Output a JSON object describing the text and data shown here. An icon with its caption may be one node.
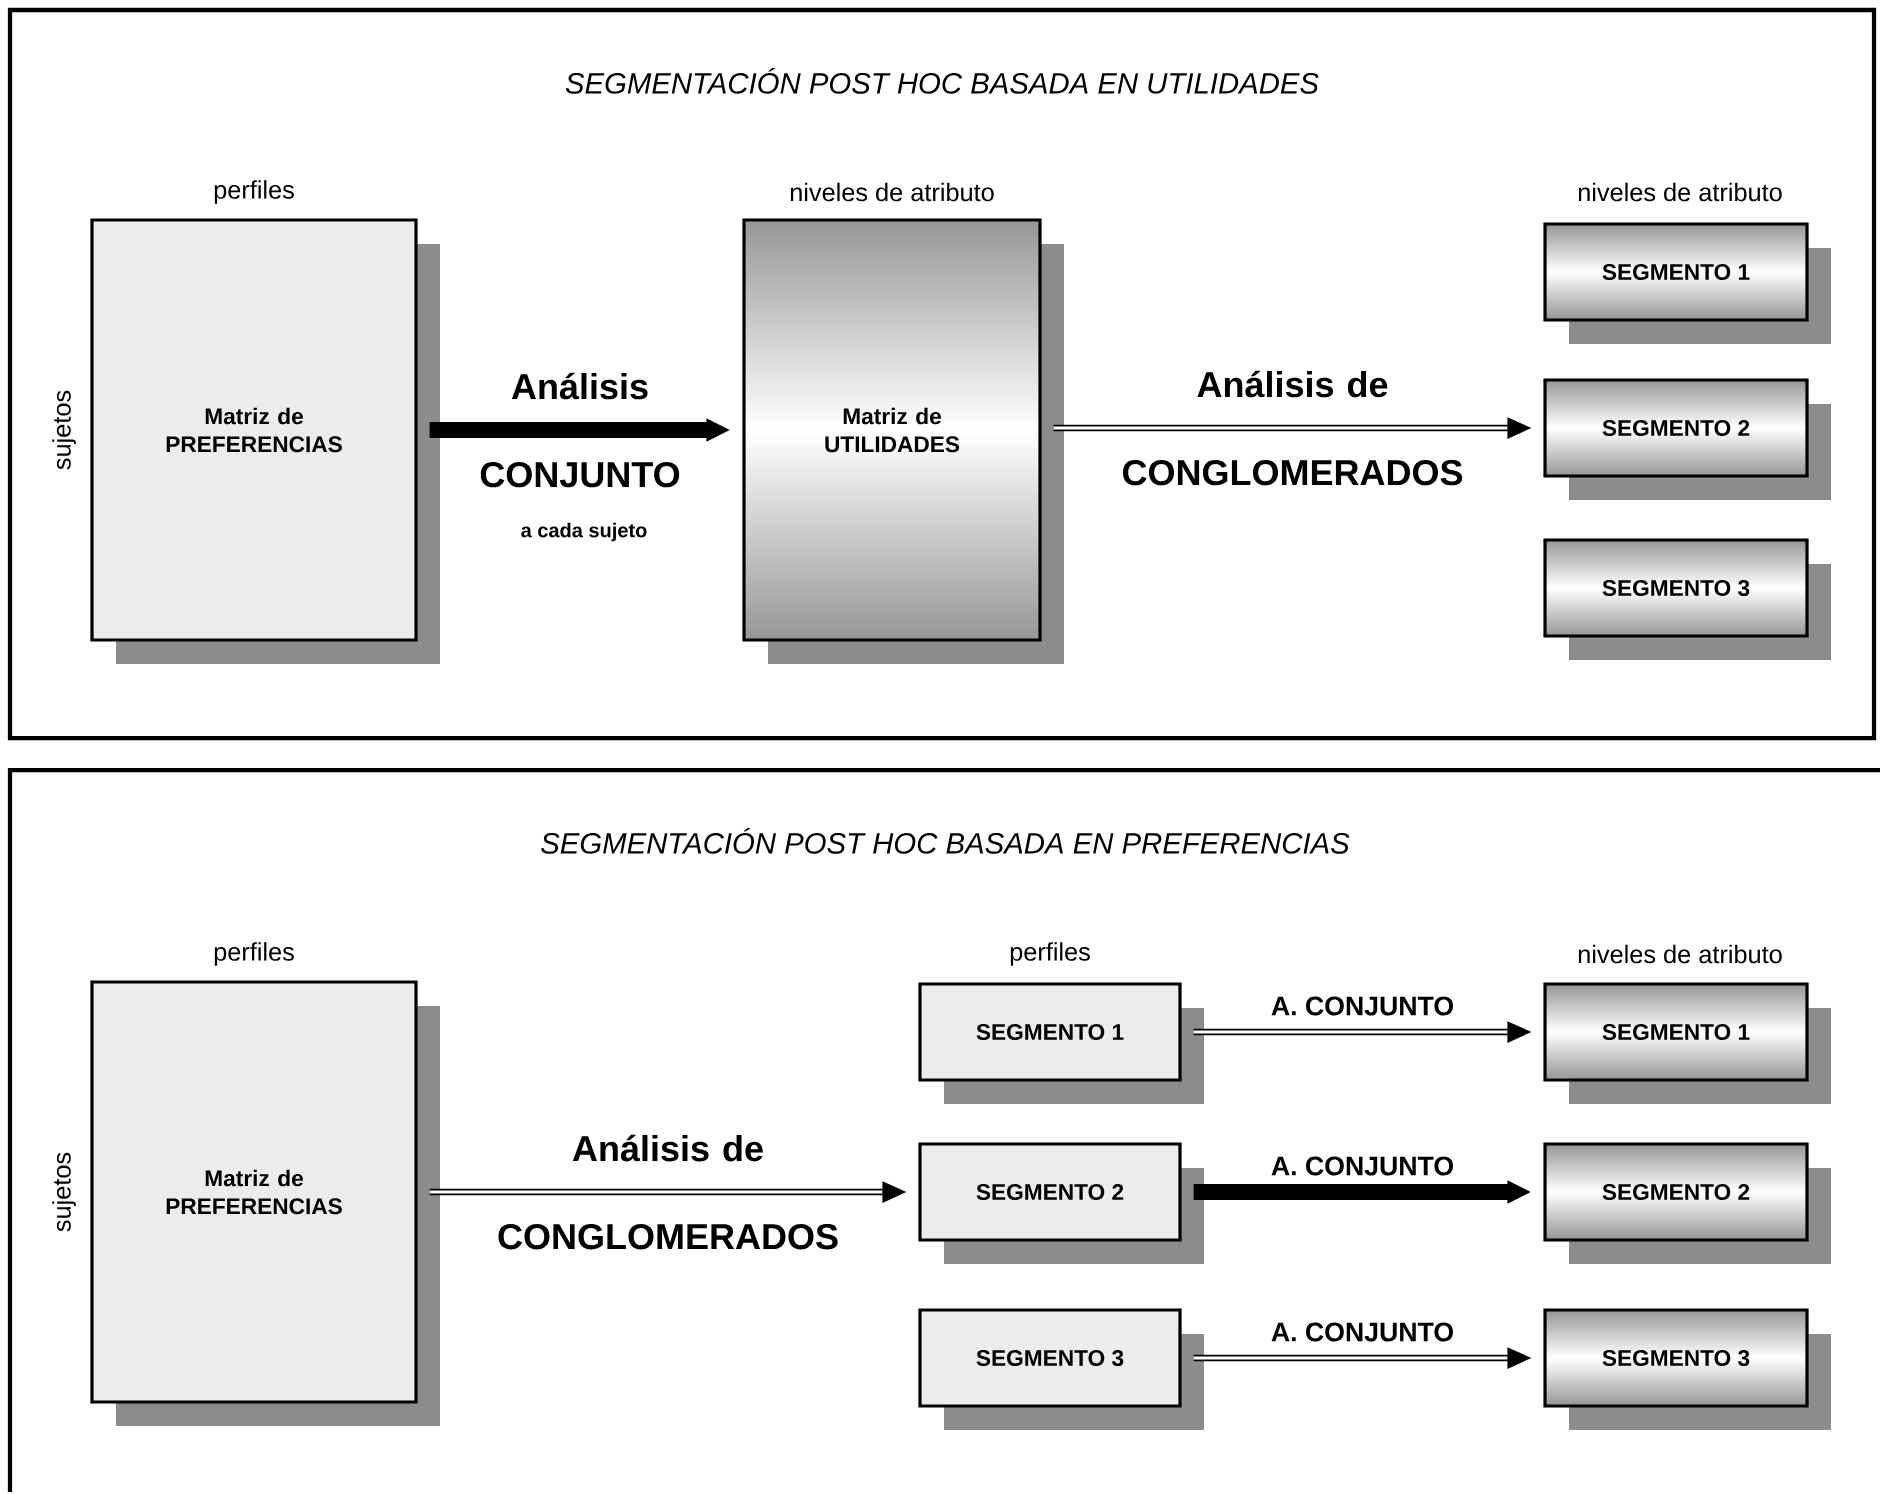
{
  "diagram": {
    "nodes": [
      {
        "text": [
          "SEGMENTACIÓN POST HOC BASADA EN UTILIDADES"
        ]
      },
      {
        "text": [
          "Matriz de PREFERENCIAS"
        ],
        "beside": [
          "perfiles",
          "sujetos"
        ],
        "in": 0
      },
      {
        "text": [
          "Matriz de UTILIDADES"
        ],
        "beside": [
          "niveles de atributo"
        ],
        "in": 0
      },
      {
        "text": [
          "SEGMENTO 1"
        ],
        "beside": [
          "niveles de atributo"
        ],
        "in": 0
      },
      {
        "text": [
          "SEGMENTO 2"
        ],
        "in": 0
      },
      {
        "text": [
          "SEGMENTO 3"
        ],
        "in": 0
      },
      {
        "text": [
          "SEGMENTACIÓN POST HOC BASADA EN PREFERENCIAS"
        ]
      },
      {
        "text": [
          "Matriz de PREFERENCIAS"
        ],
        "beside": [
          "perfiles",
          "sujetos"
        ],
        "in": 6
      },
      {
        "text": [
          "SEGMENTO 1"
        ],
        "beside": [
          "perfiles"
        ],
        "in": 6
      },
      {
        "text": [
          "SEGMENTO 2"
        ],
        "in": 6
      },
      {
        "text": [
          "SEGMENTO 3"
        ],
        "in": 6
      },
      {
        "text": [
          "SEGMENTO 1"
        ],
        "beside": [
          "niveles de atributo"
        ],
        "in": 6
      },
      {
        "text": [
          "SEGMENTO 2"
        ],
        "in": 6
      },
      {
        "text": [
          "SEGMENTO 3"
        ],
        "in": 6
      }
    ],
    "edges": [
      {
        "from": 1,
        "to": 2,
        "arrow": "to",
        "label": "Análisis CONJUNTO",
        "style": "thick"
      },
      {
        "from": 2,
        "to": 4,
        "arrow": "to",
        "label": "Análisis de CONGLOMERADOS"
      },
      {
        "from": 7,
        "to": 9,
        "arrow": "to",
        "label": "Análisis de CONGLOMERADOS"
      },
      {
        "from": 8,
        "to": 11,
        "arrow": "to",
        "label": "A. CONJUNTO"
      },
      {
        "from": 9,
        "to": 12,
        "arrow": "to",
        "label": "A. CONJUNTO",
        "style": "thick"
      },
      {
        "from": 10,
        "to": 13,
        "arrow": "to",
        "label": "A. CONJUNTO"
      }
    ],
    "labels": [
      "a cada sujeto"
    ]
  }
}
